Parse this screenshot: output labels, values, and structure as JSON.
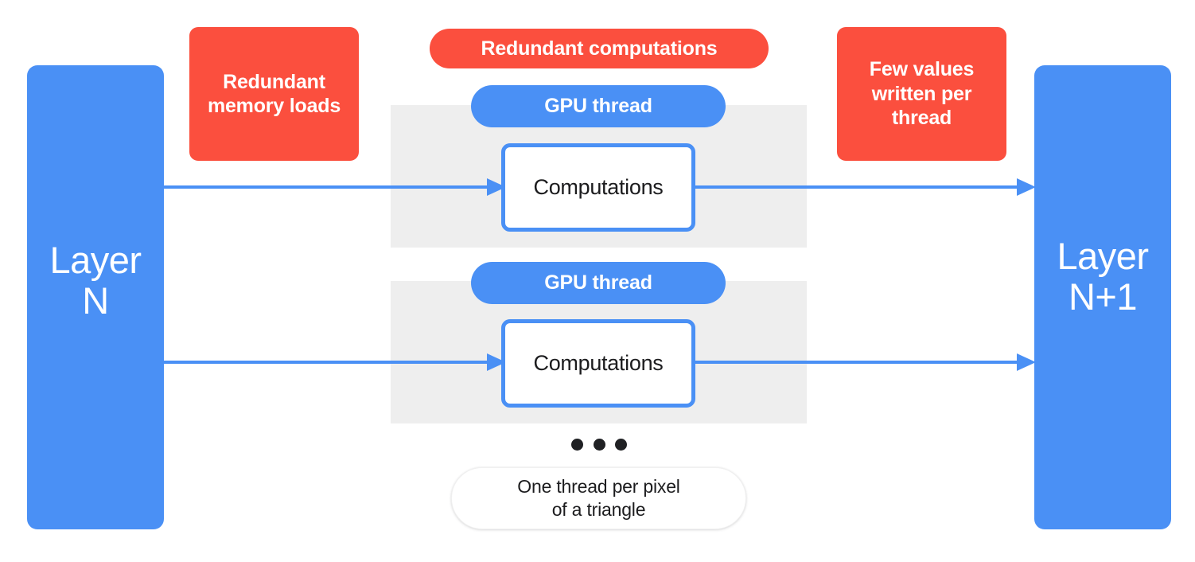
{
  "diagram": {
    "title": "GPU thread redundancy diagram",
    "background": "#ffffff",
    "colors": {
      "blue": "#4a90f5",
      "red": "#fb4f3e",
      "gray_band": "#eeeeee",
      "text_dark": "#1c1c1e",
      "text_light": "#ffffff"
    }
  },
  "layers": {
    "left": {
      "name": "layer-n",
      "line1": "Layer",
      "line2": "N"
    },
    "right": {
      "name": "layer-n-plus-1",
      "line1": "Layer",
      "line2": "N+1"
    }
  },
  "callouts": {
    "memory_loads": "Redundant memory loads",
    "redundant_computations": "Redundant computations",
    "values_written": "Few values written per thread"
  },
  "threads": [
    {
      "index": 1,
      "pill_label": "GPU thread",
      "box_label": "Computations"
    },
    {
      "index": 2,
      "pill_label": "GPU thread",
      "box_label": "Computations"
    }
  ],
  "ellipsis": {
    "dot_count": 3,
    "meaning": "more threads"
  },
  "caption": {
    "line1": "One thread per pixel",
    "line2": "of a triangle"
  }
}
